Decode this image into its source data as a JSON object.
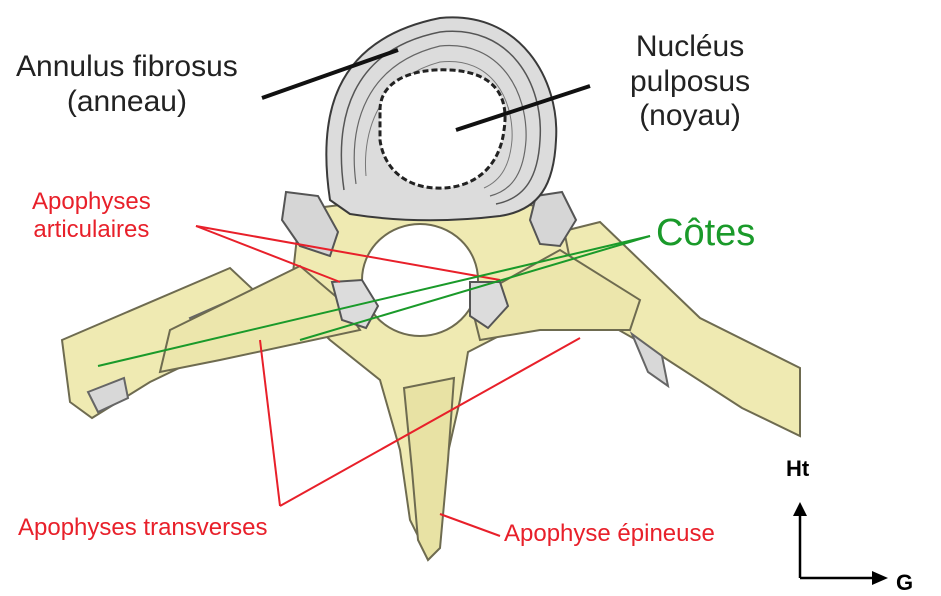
{
  "labels": {
    "annulus": {
      "line1": "Annulus fibrosus",
      "line2": "(anneau)"
    },
    "nucleus": {
      "line1": "Nucléus",
      "line2": "pulposus",
      "line3": "(noyau)"
    },
    "articulaires": {
      "line1": "Apophyses",
      "line2": "articulaires"
    },
    "cotes": "Côtes",
    "transverses": "Apophyses transverses",
    "epineuse": "Apophyse épineuse"
  },
  "axes": {
    "up": "Ht",
    "right": "G"
  },
  "colors": {
    "pointer_black": "#111111",
    "pointer_red": "#e8202a",
    "pointer_green": "#1a9a2a",
    "bone": "#efeab2",
    "disc": "#dcdcdc"
  }
}
